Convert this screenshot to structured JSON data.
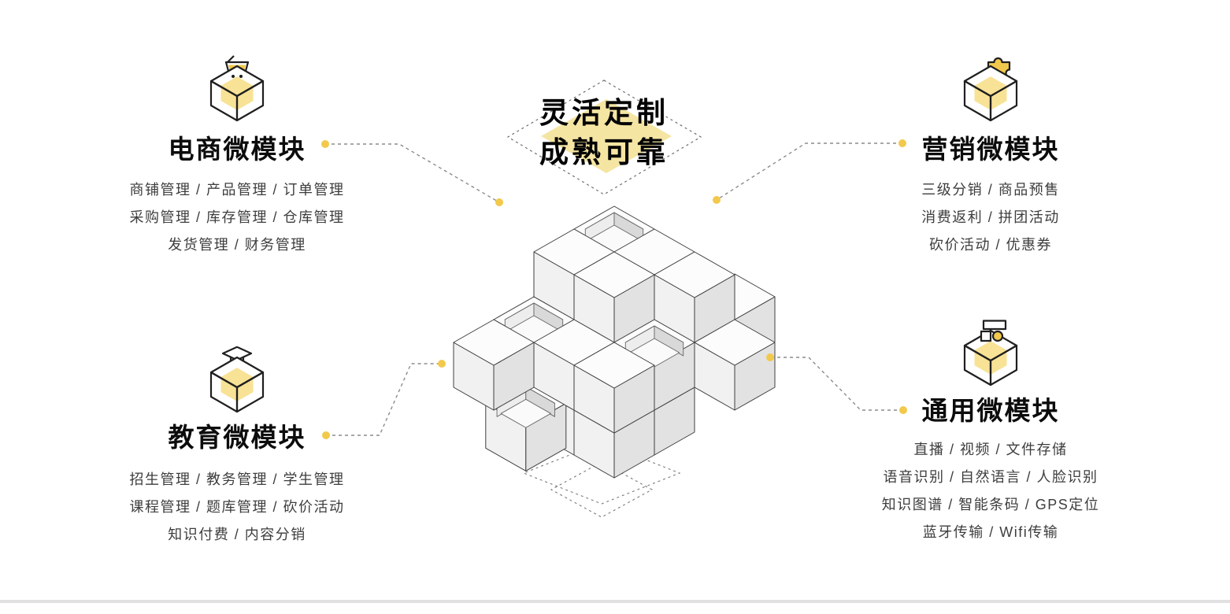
{
  "center": {
    "line1": "灵活定制",
    "line2": "成熟可靠"
  },
  "modules": [
    {
      "id": "ecommerce",
      "icon": "cart-box-icon",
      "title": "电商微模块",
      "lines": [
        "商铺管理 / 产品管理 / 订单管理",
        "采购管理 / 库存管理 / 仓库管理",
        "发货管理 / 财务管理"
      ]
    },
    {
      "id": "marketing",
      "icon": "puzzle-box-icon",
      "title": "营销微模块",
      "lines": [
        "三级分销 / 商品预售",
        "消费返利 / 拼团活动",
        "砍价活动 / 优惠券"
      ]
    },
    {
      "id": "education",
      "icon": "graduation-box-icon",
      "title": "教育微模块",
      "lines": [
        "招生管理 / 教务管理 / 学生管理",
        "课程管理 / 题库管理 / 砍价活动",
        "知识付费 / 内容分销"
      ]
    },
    {
      "id": "general",
      "icon": "camera-box-icon",
      "title": "通用微模块",
      "lines": [
        "直播 / 视频 / 文件存储",
        "语音识别 / 自然语言 / 人脸识别",
        "知识图谱 / 智能条码 / GPS定位",
        "蓝牙传输 / Wifi传输"
      ]
    }
  ],
  "colors": {
    "accent_yellow": "#F2C94C",
    "pale_yellow": "#F8E296",
    "diamond_yellow": "#F5E5A3",
    "title_text": "#0C0C0C",
    "body_text": "#3D3D3D",
    "dash_gray": "#8C8C8C"
  }
}
